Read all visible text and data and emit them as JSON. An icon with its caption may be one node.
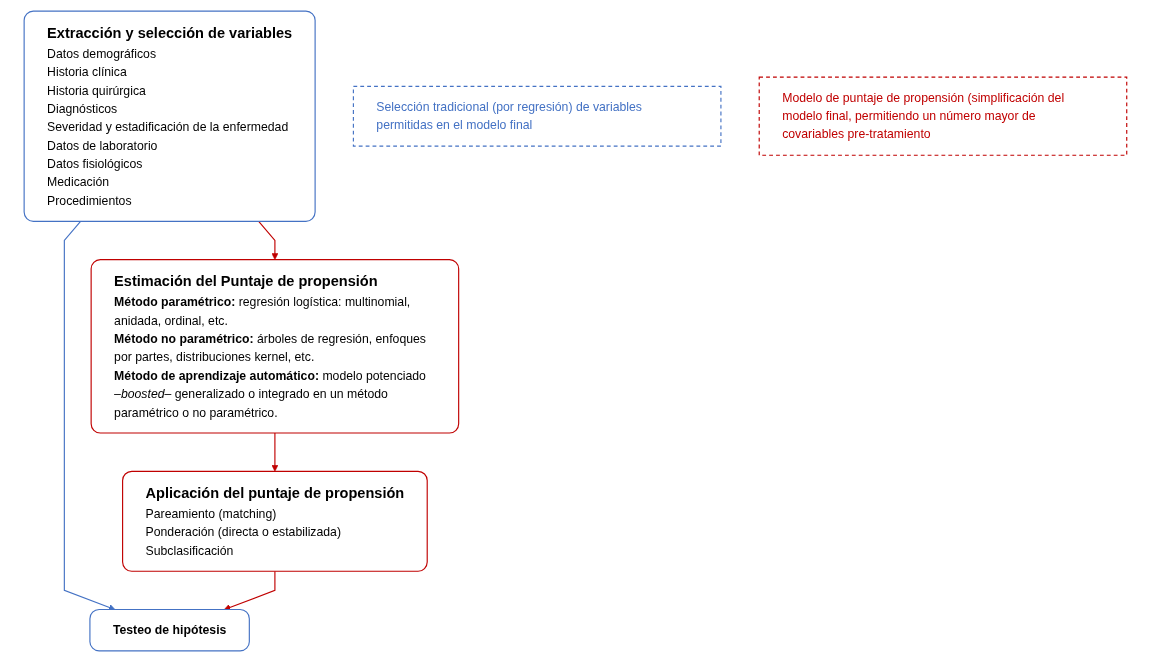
{
  "diagram": {
    "nodes": [
      {
        "text": [
          "Extracción y selección de variables",
          "Datos demográficos",
          "Historia clínica",
          "Historia quirúrgica",
          "Diagnósticos",
          "Severidad y estadificación de la enfermedad",
          "Datos de laboratorio",
          "Datos fisiológicos",
          "Medicación",
          "Procedimientos"
        ]
      },
      {
        "text": [
          "Estimación del Puntaje de propensión",
          "**Método paramétrico:** regresión logística: multinomial, anidada, ordinal, etc.",
          "**Método no paramétrico:** árboles de regresión, enfoques por partes, distribuciones kernel, etc.",
          "**Método de aprendizaje automático:** modelo potenciado –*boosted*– generalizado o integrado en un método paramétrico o no paramétrico."
        ]
      },
      {
        "text": [
          "Selección tradicional (por regresión) de variables permitidas en el modelo final"
        ]
      },
      {
        "text": [
          "Modelo de puntaje de propensión (simplificación del modelo final, permitiendo un número mayor de covariables pre-tratamiento"
        ]
      },
      {
        "text": [
          "Testeo de hipótesis"
        ]
      },
      {
        "text": [
          "Aplicación del puntaje de propensión",
          "Pareamiento (matching)",
          "Ponderación (directa o estabilizada)",
          "Subclasificación"
        ]
      }
    ],
    "edges": [
      {
        "from": 0,
        "to": 1,
        "arrow": "to"
      },
      {
        "from": 0,
        "to": 4,
        "arrow": "to",
        "color": "#4472c4"
      },
      {
        "from": 1,
        "to": 5,
        "arrow": "to"
      },
      {
        "from": 5,
        "to": 4,
        "arrow": "to"
      }
    ]
  }
}
